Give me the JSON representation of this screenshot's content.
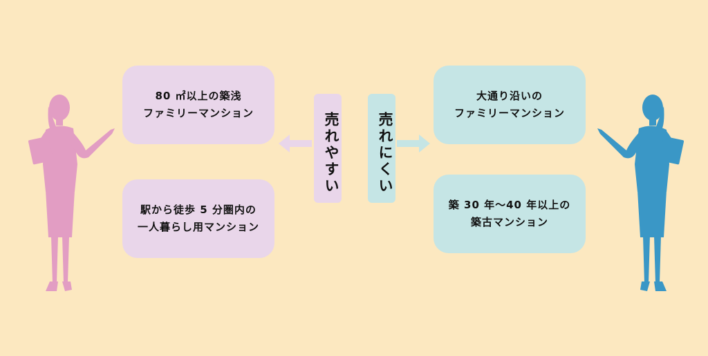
{
  "colors": {
    "background": "#fce8c0",
    "sell_easy_box": "#e9d6ea",
    "sell_hard_box": "#c5e5e5",
    "pink_figure": "#e29dc3",
    "blue_figure": "#3a97c6"
  },
  "icons": {
    "left_figure": "businesswoman-silhouette-icon",
    "right_figure": "businesswoman-silhouette-icon",
    "left_arrow": "arrow-left-icon",
    "right_arrow": "arrow-right-icon"
  },
  "labels": {
    "sell_easy": "売れやすい",
    "sell_hard": "売れにくい"
  },
  "easy_items": [
    {
      "line1": "80 ㎡以上の築浅",
      "line2": "ファミリーマンション"
    },
    {
      "line1": "駅から徒歩 5 分圏内の",
      "line2": "一人暮らし用マンション"
    }
  ],
  "hard_items": [
    {
      "line1": "大通り沿いの",
      "line2": "ファミリーマンション"
    },
    {
      "line1": "築 30 年〜40 年以上の",
      "line2": "築古マンション"
    }
  ]
}
